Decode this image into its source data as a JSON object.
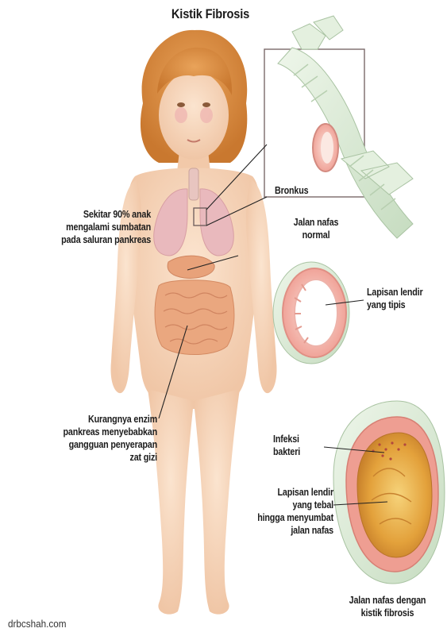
{
  "title": "Kistik Fibrosis",
  "labels": {
    "bronkus": "Bronkus",
    "normal_airway": [
      "Jalan nafas",
      "normal"
    ],
    "pancreas_block": [
      "Sekitar 90% anak",
      "mengalami sumbatan",
      "pada saluran pankreas"
    ],
    "thin_mucus": [
      "Lapisan lendir",
      "yang tipis"
    ],
    "enzyme_lack": [
      "Kurangnya enzim",
      "pankreas menyebabkan",
      "gangguan penyerapan",
      "zat gizi"
    ],
    "infection": [
      "Infeksi",
      "bakteri"
    ],
    "thick_mucus": [
      "Lapisan lendir",
      "yang tebal",
      "hingga menyumbat",
      "jalan nafas"
    ],
    "cf_airway": [
      "Jalan nafas dengan",
      "kistik fibrosis"
    ]
  },
  "credit": "drbcshah.com",
  "colors": {
    "skin": "#f7d7bd",
    "skin_shade": "#eebd9c",
    "hair": "#d98b43",
    "lung": "#e9b9bd",
    "intestine": "#eaa77f",
    "airway_pink": "#f2a39a",
    "airway_green": "#d8ead3",
    "mucus_thick": "#e2a13c"
  }
}
